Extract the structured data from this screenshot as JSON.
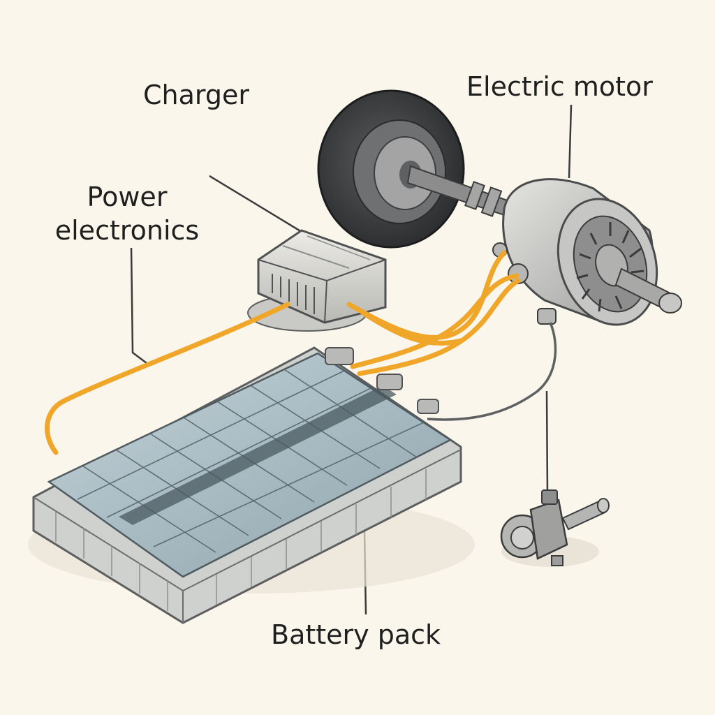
{
  "labels": {
    "charger": "Charger",
    "electric_motor": "Electric motor",
    "power_electronics": "Power\nelectronics",
    "battery_pack": "Battery pack"
  },
  "colors": {
    "background": "#fbf6ec",
    "cable": "#f0a629",
    "text": "#1f1f1f",
    "battery_cells": "#a9bcc4",
    "metal": "#c9c9c6"
  }
}
